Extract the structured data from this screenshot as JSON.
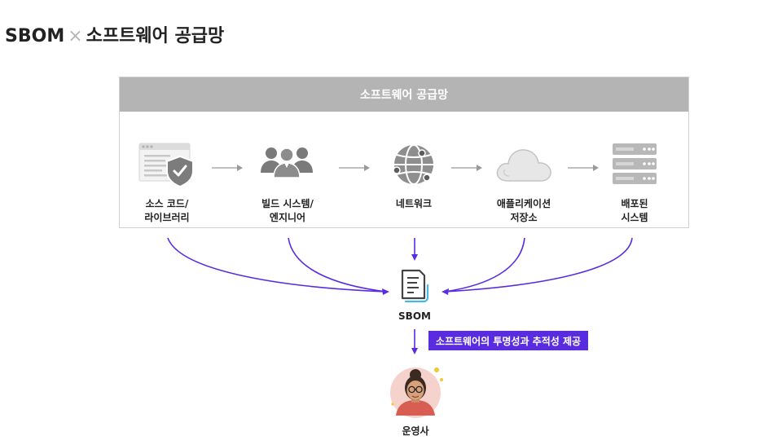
{
  "page": {
    "title_left": "SBOM",
    "title_sep": "×",
    "title_right": "소프트웨어 공급망"
  },
  "panel": {
    "header": "소프트웨어 공급망"
  },
  "stages": [
    {
      "id": "source",
      "label": "소스 코드/\n라이브러리",
      "icon": "code-shield-icon"
    },
    {
      "id": "build",
      "label": "빌드 시스템/\n엔지니어",
      "icon": "people-group-icon"
    },
    {
      "id": "network",
      "label": "네트워크",
      "icon": "globe-network-icon"
    },
    {
      "id": "cloud",
      "label": "애플리케이션\n저장소",
      "icon": "cloud-icon"
    },
    {
      "id": "deploy",
      "label": "배포된\n시스템",
      "icon": "server-stack-icon"
    }
  ],
  "sbom": {
    "label": "SBOM",
    "icon": "document-icon"
  },
  "badge": {
    "text": "소프트웨어의 투명성과 추적성 제공"
  },
  "operator": {
    "label": "운영사",
    "icon": "person-avatar-icon"
  },
  "colors": {
    "accent": "#5a2ce0",
    "header_gray": "#b4b4b4",
    "border": "#cfcfcf",
    "arrow_gray": "#9a9a9a"
  }
}
